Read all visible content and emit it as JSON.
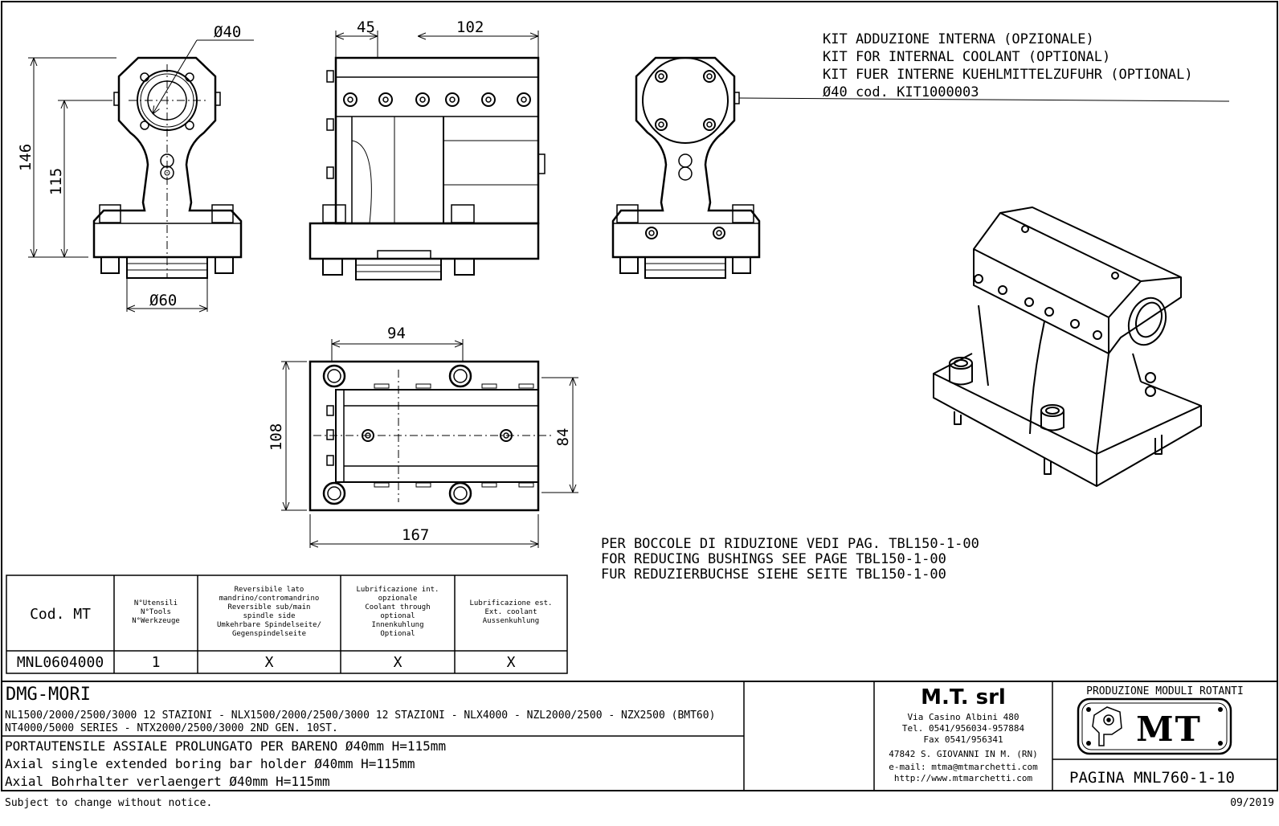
{
  "dimensions": {
    "front_bore": "Ø40",
    "front_height_total": "146",
    "front_height_axis": "115",
    "front_shank": "Ø60",
    "side_offset": "45",
    "side_length": "102",
    "top_axis_spacing": "94",
    "top_width_total": "108",
    "top_width_inner": "84",
    "top_length": "167"
  },
  "coolant_kit_note": [
    "KIT ADDUZIONE INTERNA (OPZIONALE)",
    "KIT FOR INTERNAL COOLANT (OPTIONAL)",
    "KIT FUER INTERNE KUEHLMITTELZUFUHR (OPTIONAL)",
    "Ø40  cod. KIT1000003"
  ],
  "bushing_note": [
    "PER BOCCOLE DI RIDUZIONE VEDI PAG. TBL150-1-00",
    "FOR REDUCING BUSHINGS SEE PAGE TBL150-1-00",
    "FUR REDUZIERBUCHSE SIEHE SEITE TBL150-1-00"
  ],
  "spec_table": {
    "headers": [
      [
        "Cod. MT"
      ],
      [
        "N°Utensili",
        "N°Tools",
        "N°Werkzeuge"
      ],
      [
        "Reversibile lato",
        "mandrino/contromandrino",
        "Reversible sub/main",
        "spindle side",
        "Umkehrbare Spindelseite/",
        "Gegenspindelseite"
      ],
      [
        "Lubrificazione int.",
        "opzionale",
        "Coolant through",
        "optional",
        "Innenkuhlung",
        "Optional"
      ],
      [
        "Lubrificazione est.",
        "Ext. coolant",
        "Aussenkuhlung"
      ]
    ],
    "row": [
      "MNL0604000",
      "1",
      "X",
      "X",
      "X"
    ]
  },
  "title_block": {
    "machine_brand": "DMG-MORI",
    "machine_series_1": "NL1500/2000/2500/3000 12 STAZIONI - NLX1500/2000/2500/3000 12 STAZIONI - NLX4000 - NZL2000/2500 - NZX2500 (BMT60)",
    "machine_series_2": "NT4000/5000 SERIES - NTX2000/2500/3000 2ND GEN. 10ST.",
    "desc_it": "PORTAUTENSILE ASSIALE PROLUNGATO PER BARENO Ø40mm H=115mm",
    "desc_en": "Axial single extended boring bar holder Ø40mm H=115mm",
    "desc_de": "Axial Bohrhalter verlaengert Ø40mm H=115mm",
    "company_name": "M.T. srl",
    "company_address": [
      "Via Casino Albini 480",
      "Tel. 0541/956034-957884",
      "Fax 0541/956341",
      "47842 S. GIOVANNI IN M. (RN)",
      "e-mail: mtma@mtmarchetti.com",
      "http://www.mtmarchetti.com"
    ],
    "division": "PRODUZIONE MODULI ROTANTI",
    "logo_text": "MT",
    "page_label": "PAGINA MNL760-1-10"
  },
  "footer": {
    "disclaimer": "Subject to change without notice.",
    "date": "09/2019"
  }
}
